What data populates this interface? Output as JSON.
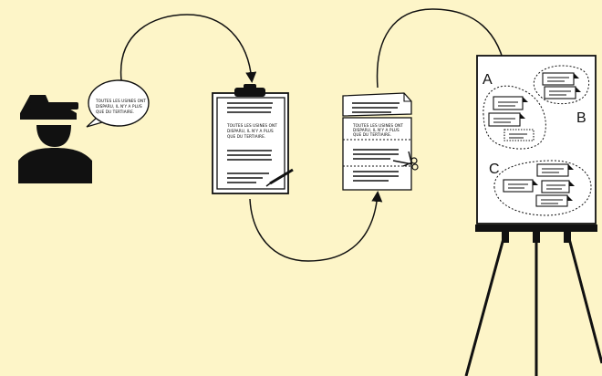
{
  "quote": {
    "line1": "TOUTES LES USINES ONT",
    "line2": "DISPARU, IL N'Y A PLUS",
    "line3": "QUE DU TERTIAIRE."
  },
  "clusters": {
    "a": "A",
    "b": "B",
    "c": "C"
  },
  "colors": {
    "background": "#fdf5c8",
    "ink": "#111111",
    "paper": "#ffffff"
  },
  "icons": [
    "person-icon",
    "speech-bubble-icon",
    "clipboard-icon",
    "pen-icon",
    "paper-sheets-icon",
    "scissors-icon",
    "flipchart-icon"
  ]
}
